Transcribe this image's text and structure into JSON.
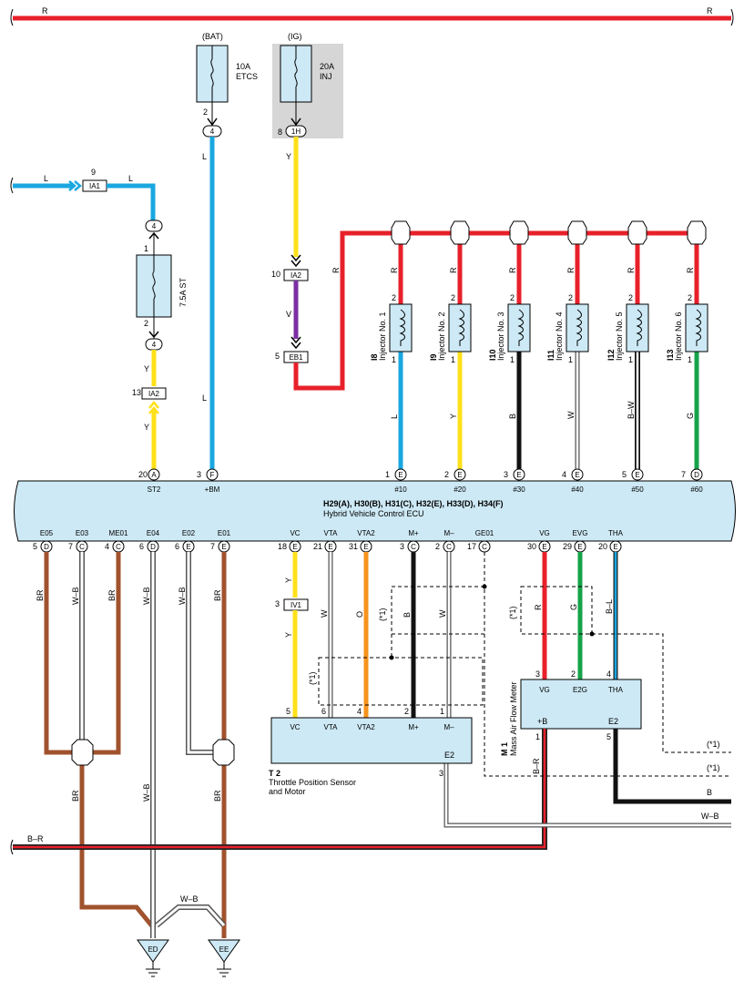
{
  "main_power": {
    "left_label": "R",
    "right_label": "R"
  },
  "sources": {
    "bat": {
      "label": "(BAT)",
      "fuse_rating": "10A",
      "fuse_name": "ETCS",
      "pin": "2",
      "connector": "4"
    },
    "ig": {
      "label": "(IG)",
      "fuse_rating": "20A",
      "fuse_name": "INJ",
      "pin": "8",
      "connector": "1H"
    }
  },
  "st_branch": {
    "wire_in": "L",
    "wire_out": "L",
    "pin_ia1": "9",
    "connector_ia1": "IA1",
    "connector_top": "4",
    "pin_top": "1",
    "fuse_name": "7.5A ST",
    "pin_bottom": "2",
    "connector_bottom": "4",
    "wire_y": "Y",
    "pin_ia2": "13",
    "connector_ia2": "IA2",
    "wire_y2": "Y"
  },
  "wire_labels": {
    "l": "L",
    "y": "Y",
    "v": "V",
    "r": "R"
  },
  "ig_branch": {
    "pin_ia2": "10",
    "connector_ia2": "IA2",
    "pin_eb1": "5",
    "connector_eb1": "EB1"
  },
  "injectors": [
    {
      "id": "I8",
      "name": "Injector No. 1",
      "pin_top": "2",
      "pin_bottom": "1",
      "wire_top": "R",
      "wire_bottom": "L",
      "color": "#1aa7e0"
    },
    {
      "id": "I9",
      "name": "Injector No. 2",
      "pin_top": "2",
      "pin_bottom": "1",
      "wire_top": "R",
      "wire_bottom": "Y",
      "color": "#ffe01a"
    },
    {
      "id": "I10",
      "name": "Injector No. 3",
      "pin_top": "2",
      "pin_bottom": "1",
      "wire_top": "R",
      "wire_bottom": "B",
      "color": "#111111"
    },
    {
      "id": "I11",
      "name": "Injector No. 4",
      "pin_top": "2",
      "pin_bottom": "1",
      "wire_top": "R",
      "wire_bottom": "W",
      "color": "#ffffff"
    },
    {
      "id": "I12",
      "name": "Injector No. 5",
      "pin_top": "2",
      "pin_bottom": "1",
      "wire_top": "R",
      "wire_bottom": "B–W",
      "color": "#111111"
    },
    {
      "id": "I13",
      "name": "Injector No. 6",
      "pin_top": "2",
      "pin_bottom": "1",
      "wire_top": "R",
      "wire_bottom": "G",
      "color": "#16a34a"
    }
  ],
  "ecu": {
    "title": "H29(A), H30(B), H31(C), H32(E), H33(D), H34(F)",
    "subtitle": "Hybrid Vehicle Control ECU",
    "top_pins": [
      {
        "pin": "20",
        "conn": "A",
        "label": "ST2"
      },
      {
        "pin": "3",
        "conn": "F",
        "label": "+BM"
      },
      {
        "pin": "1",
        "conn": "E",
        "label": "#10"
      },
      {
        "pin": "2",
        "conn": "E",
        "label": "#20"
      },
      {
        "pin": "3",
        "conn": "E",
        "label": "#30"
      },
      {
        "pin": "4",
        "conn": "E",
        "label": "#40"
      },
      {
        "pin": "5",
        "conn": "E",
        "label": "#50"
      },
      {
        "pin": "7",
        "conn": "D",
        "label": "#60"
      }
    ],
    "bottom_pins": [
      {
        "pin": "5",
        "conn": "D",
        "label": "E05",
        "wire": "BR"
      },
      {
        "pin": "7",
        "conn": "C",
        "label": "E03",
        "wire": "W–B"
      },
      {
        "pin": "4",
        "conn": "C",
        "label": "ME01",
        "wire": "BR"
      },
      {
        "pin": "6",
        "conn": "D",
        "label": "E04",
        "wire": "W–B"
      },
      {
        "pin": "6",
        "conn": "E",
        "label": "E02",
        "wire": "W–B"
      },
      {
        "pin": "7",
        "conn": "E",
        "label": "E01",
        "wire": "BR"
      },
      {
        "pin": "18",
        "conn": "E",
        "label": "VC",
        "wire": "Y"
      },
      {
        "pin": "21",
        "conn": "E",
        "label": "VTA",
        "wire": "W"
      },
      {
        "pin": "31",
        "conn": "E",
        "label": "VTA2",
        "wire": "O"
      },
      {
        "pin": "3",
        "conn": "C",
        "label": "M+",
        "wire": "B"
      },
      {
        "pin": "2",
        "conn": "C",
        "label": "M–",
        "wire": "W"
      },
      {
        "pin": "17",
        "conn": "C",
        "label": "GE01",
        "wire": ""
      },
      {
        "pin": "30",
        "conn": "E",
        "label": "VG",
        "wire": "R"
      },
      {
        "pin": "29",
        "conn": "E",
        "label": "EVG",
        "wire": "G"
      },
      {
        "pin": "20",
        "conn": "E",
        "label": "THA",
        "wire": "B–L"
      }
    ]
  },
  "iv1": {
    "pin": "3",
    "connector": "IV1",
    "wire": "Y"
  },
  "throttle": {
    "id": "T 2",
    "name_line1": "Throttle Position Sensor",
    "name_line2": "and Motor",
    "pins": [
      {
        "pin": "5",
        "label": "VC"
      },
      {
        "pin": "6",
        "label": "VTA"
      },
      {
        "pin": "4",
        "label": "VTA2"
      },
      {
        "pin": "2",
        "label": "M+"
      },
      {
        "pin": "1",
        "label": "M–"
      }
    ],
    "e2_label": "E2",
    "e2_pin": "3"
  },
  "maf": {
    "id": "M 1",
    "name": "Mass Air Flow Meter",
    "pins": [
      {
        "pin": "3",
        "label": "VG"
      },
      {
        "pin": "2",
        "label": "E2G"
      },
      {
        "pin": "4",
        "label": "THA"
      }
    ],
    "plus_b": "+B",
    "plus_b_pin": "1",
    "e2": "E2",
    "e2_pin": "5",
    "wire_plus_b": "B–R"
  },
  "shield_note": "(*1)",
  "right_wires": {
    "shield1": "(*1)",
    "shield2": "(*1)",
    "b": "B",
    "wb": "W–B"
  },
  "bottom": {
    "br_wire": "B–R",
    "wb_wire": "W–B",
    "ground_ed": "ED",
    "ground_ee": "EE",
    "ground_wire_br": "BR",
    "ground_wire_wb": "W–B",
    "ground_wire_br2": "BR"
  }
}
